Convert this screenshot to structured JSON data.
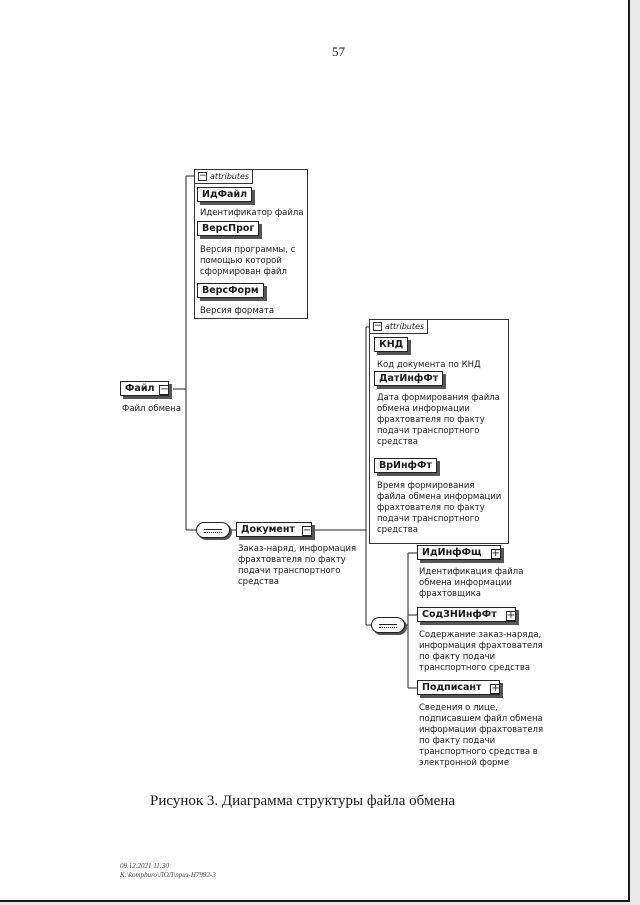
{
  "page_number": "57",
  "root": {
    "name": "Файл",
    "desc": "Файл обмена"
  },
  "root_attrs": {
    "header": "attributes",
    "items": [
      {
        "name": "ИдФайл",
        "desc": "Идентификатор файла"
      },
      {
        "name": "ВерсПрог",
        "desc": "Версия программы, с\nпомощью которой\nсформирован файл"
      },
      {
        "name": "ВерсФорм",
        "desc": "Версия формата"
      }
    ]
  },
  "document": {
    "name": "Документ",
    "desc": "Заказ-наряд, информация\nфрахтователя по факту\nподачи транспортного\nсредства"
  },
  "doc_attrs": {
    "header": "attributes",
    "items": [
      {
        "name": "КНД",
        "desc": "Код документа по КНД"
      },
      {
        "name": "ДатИнфФт",
        "desc": "Дата формирования файла\nобмена информации\nфрахтователя по факту\nподачи транспортного\nсредства"
      },
      {
        "name": "ВрИнфФт",
        "desc": "Время формирования\nфайла обмена информации\nфрахтователя по факту\nподачи транспортного\nсредства"
      }
    ]
  },
  "children": [
    {
      "name": "ИдИнфФщ",
      "desc": "Идентификация файла\nобмена информации\nфрахтовщика"
    },
    {
      "name": "СодЗНИнфФт",
      "desc": "Содержание заказ-наряда,\nинформация фрахтователя\nпо факту подачи\nтранспортного средства"
    },
    {
      "name": "Подписант",
      "desc": "Сведения о лице,\nподписавшем файл обмена\nинформации фрахтователя\nпо факту подачи\nтранспортного средства в\nэлектронной форме"
    }
  ],
  "caption": "Рисунок 3. Диаграмма структуры файла обмена",
  "footer": {
    "line1": "09.12.2021 11:30",
    "line2": "К:\\kompburo\\ЛОЛ\\приз-H7992-3"
  }
}
